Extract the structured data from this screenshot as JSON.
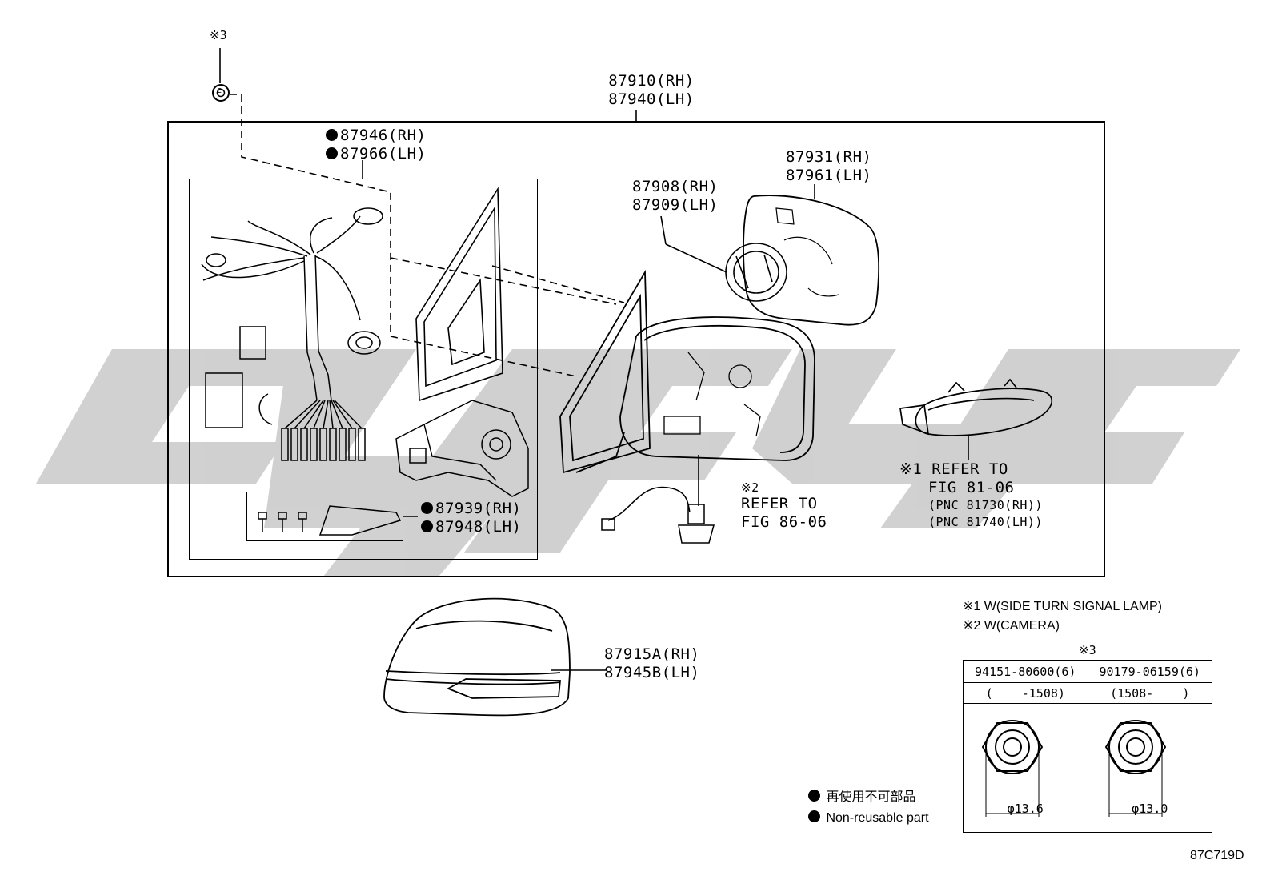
{
  "diagram": {
    "assembly": {
      "rh": "87910(RH)",
      "lh": "87940(LH)"
    },
    "harness": {
      "rh": "87946(RH)",
      "lh": "87966(LH)",
      "non_reusable": true
    },
    "retainer": {
      "rh": "87939(RH)",
      "lh": "87948(LH)",
      "non_reusable": true
    },
    "actuator": {
      "rh": "87908(RH)",
      "lh": "87909(LH)"
    },
    "mirror": {
      "rh": "87931(RH)",
      "lh": "87961(LH)"
    },
    "cover": {
      "rh": "87915A(RH)",
      "lh": "87945B(LH)"
    },
    "ref_camera": {
      "mark": "※2",
      "line1": "REFER TO",
      "line2": "FIG 86-06"
    },
    "ref_lamp": {
      "line1": "※1 REFER TO",
      "line2": "FIG 81-06",
      "line3": "(PNC 81730(RH))",
      "line4": "(PNC 81740(LH))"
    },
    "top_mark": "※3",
    "nut_letter": "c"
  },
  "notes": {
    "n1": "※1 W(SIDE TURN SIGNAL LAMP)",
    "n2": "※2 W(CAMERA)"
  },
  "fastener_table": {
    "mark": "※3",
    "col1": {
      "part": "94151-80600(6)",
      "range": "(    -1508)",
      "dia": "φ13.6"
    },
    "col2": {
      "part": "90179-06159(6)",
      "range": "(1508-    )",
      "dia": "φ13.0"
    }
  },
  "legend": {
    "jp": "再使用不可部品",
    "en": "Non-reusable part"
  },
  "figure_code": "87C719D",
  "watermark_color": "#b8b8b8"
}
